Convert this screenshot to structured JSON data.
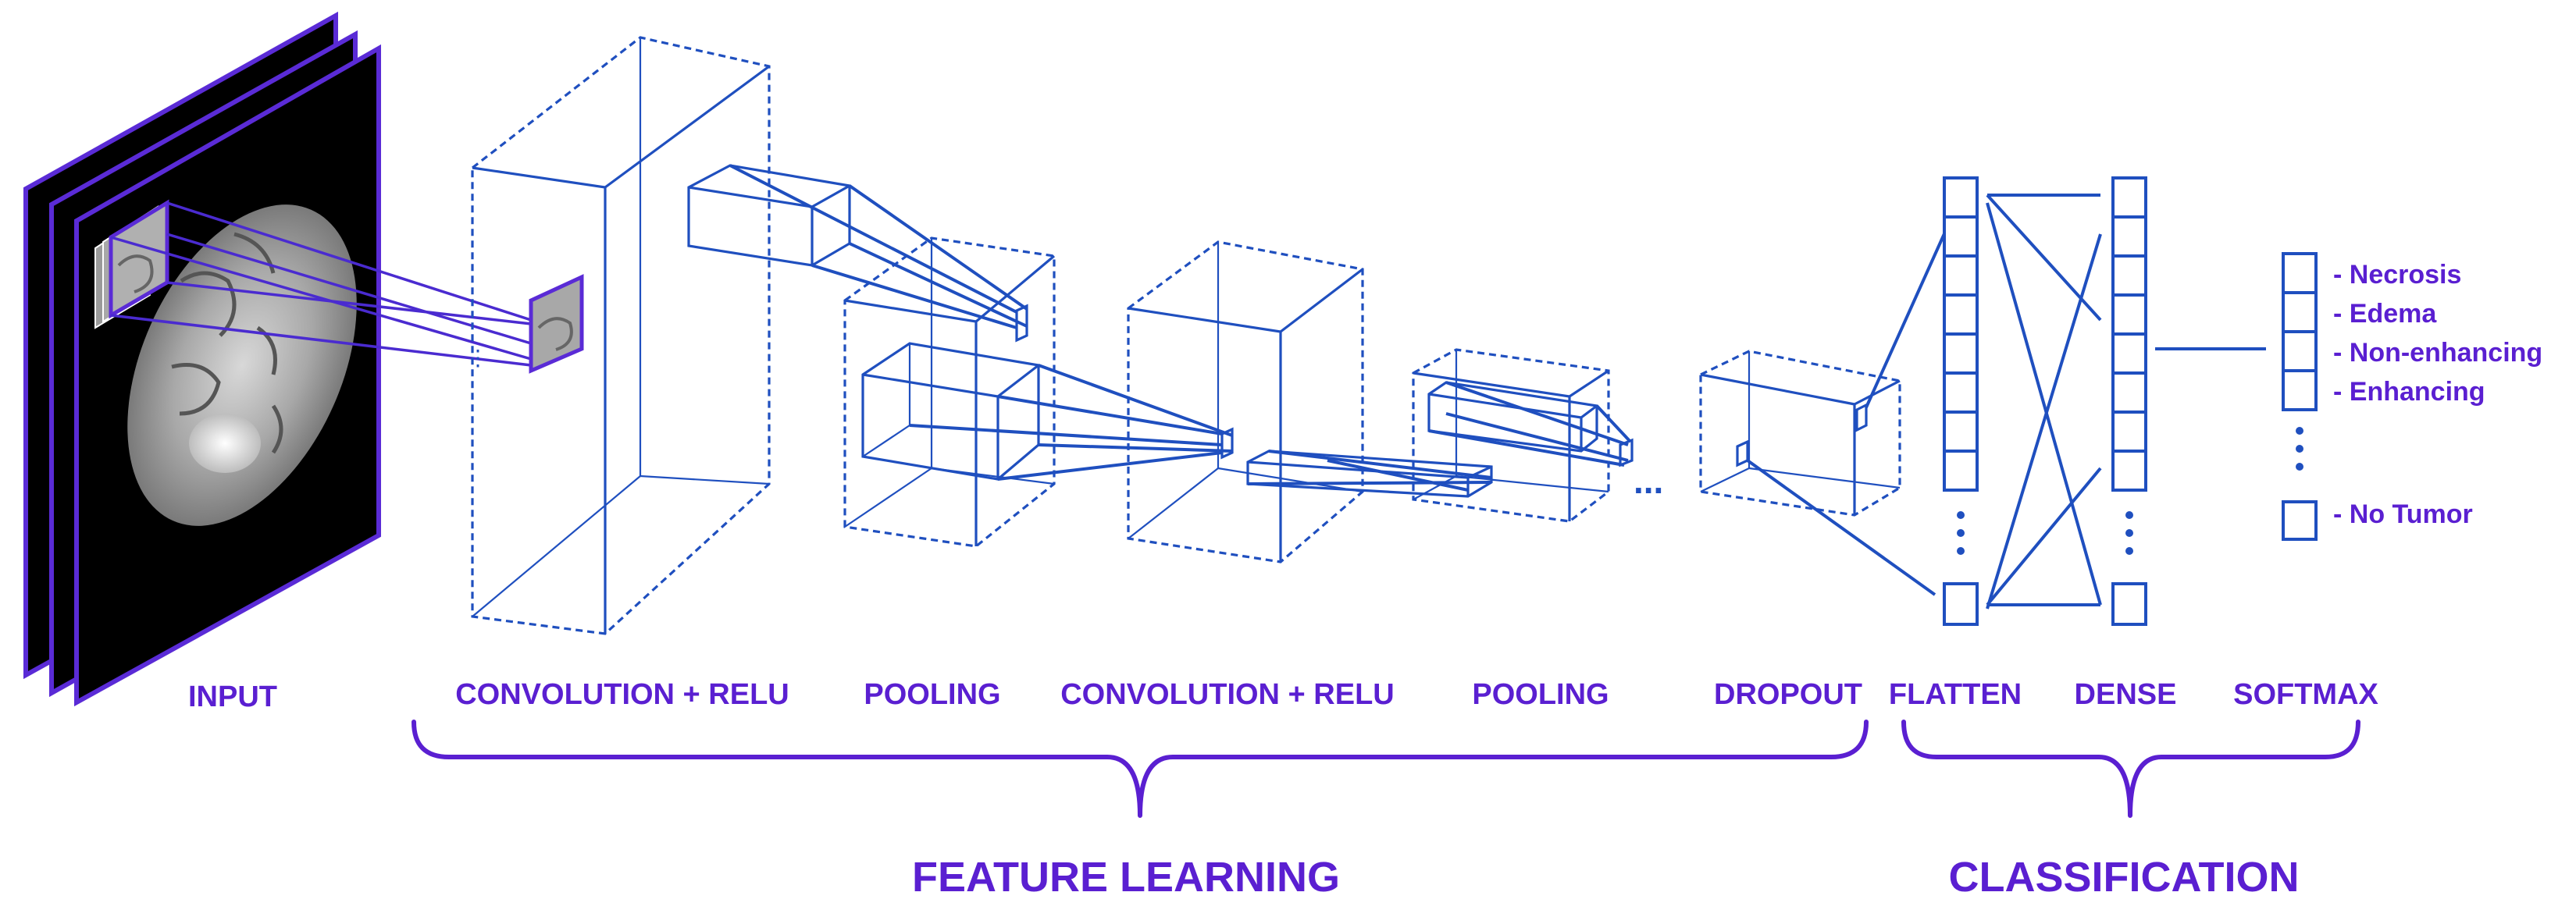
{
  "stages": {
    "input": "INPUT",
    "conv1": "CONVOLUTION + RELU",
    "pool1": "POOLING",
    "conv2": "CONVOLUTION + RELU",
    "pool2": "POOLING",
    "dropout": "DROPOUT",
    "flatten": "FLATTEN",
    "dense": "DENSE",
    "softmax": "SOFTMAX"
  },
  "groups": {
    "feature_learning": "FEATURE LEARNING",
    "classification": "CLASSIFICATION"
  },
  "classes": {
    "necrosis": "- Necrosis",
    "edema": "- Edema",
    "non_enhancing": "- Non-enhancing",
    "enhancing": "- Enhancing",
    "no_tumor": "- No Tumor"
  },
  "ellipsis": "...",
  "colors": {
    "label": "#5a1fd1",
    "network_lines": "#1f4fbf",
    "input_border": "#5a2bd6",
    "input_background": "#000000"
  },
  "icons": {
    "input": "brain-mri-slices"
  }
}
